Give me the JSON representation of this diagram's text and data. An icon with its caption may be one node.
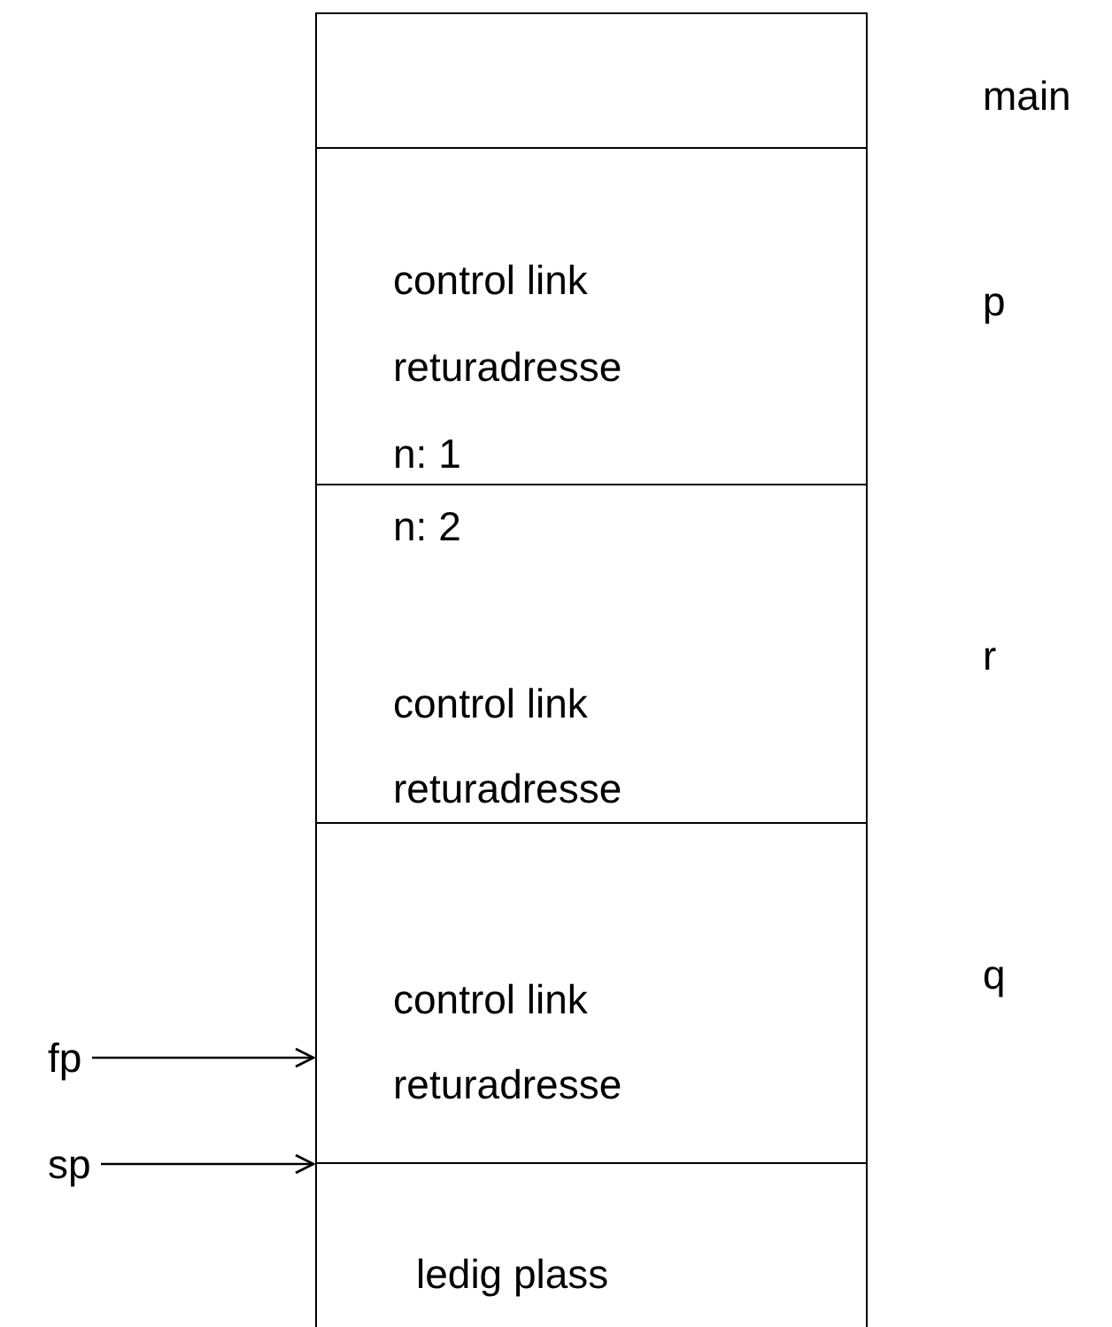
{
  "diagram": {
    "nodes": [
      {
        "text": [],
        "shape": "box",
        "beside": [
          "main"
        ]
      },
      {
        "text": [
          "control link",
          "returadresse",
          "n: 1"
        ],
        "beside": [
          "p"
        ]
      },
      {
        "text": [
          "n: 2",
          "control link",
          "returadresse"
        ],
        "beside": [
          "r"
        ]
      },
      {
        "text": [
          "control link",
          "returadresse"
        ],
        "beside": [
          "q"
        ]
      },
      {
        "text": [
          "ledig plass"
        ]
      },
      {
        "text": [
          "fp"
        ]
      },
      {
        "text": [
          "sp"
        ]
      }
    ],
    "edges": [
      {
        "from": 5,
        "to": 3,
        "arrow": "to"
      },
      {
        "from": 6,
        "to": 4,
        "arrow": "to"
      }
    ]
  }
}
